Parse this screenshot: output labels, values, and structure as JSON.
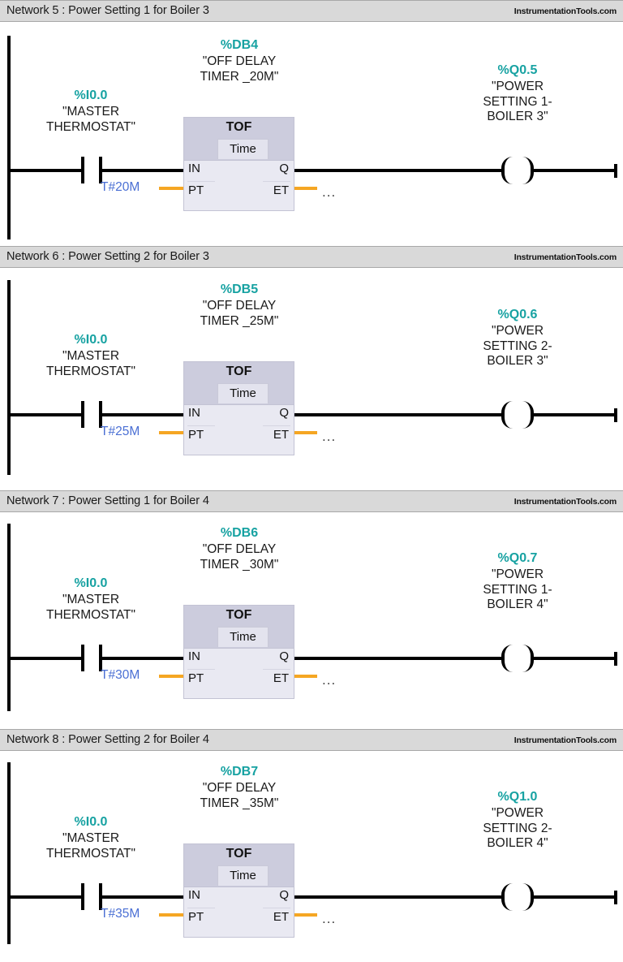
{
  "page": {
    "brand": "InstrumentationTools.com",
    "colors": {
      "accent_teal": "#17a2a2",
      "wire_black": "#000000",
      "signal_orange": "#f5a623",
      "value_blue": "#4a6fd4",
      "header_gray": "#d9d9d9",
      "block_body": "#e9e9f2",
      "block_head": "#ccccdd"
    }
  },
  "networks": [
    {
      "header": "Network 5 : Power Setting 1 for Boiler 3",
      "brand": "InstrumentationTools.com",
      "contact": {
        "address": "%I0.0",
        "symbol_line1": "\"MASTER",
        "symbol_line2": "THERMOSTAT\"",
        "type": "normally-open"
      },
      "timer": {
        "db": "%DB4",
        "symbol_line1": "\"OFF DELAY",
        "symbol_line2": "TIMER _20M\"",
        "type": "TOF",
        "datatype": "Time",
        "pin_in": "IN",
        "pin_pt": "PT",
        "pin_q": "Q",
        "pin_et": "ET",
        "preset": "T#20M",
        "et_value": "..."
      },
      "coil": {
        "address": "%Q0.5",
        "symbol_line1": "\"POWER",
        "symbol_line2": "SETTING 1-",
        "symbol_line3": "BOILER 3\"",
        "type": "output-coil"
      }
    },
    {
      "header": "Network 6 : Power Setting 2 for Boiler 3",
      "brand": "InstrumentationTools.com",
      "contact": {
        "address": "%I0.0",
        "symbol_line1": "\"MASTER",
        "symbol_line2": "THERMOSTAT\"",
        "type": "normally-open"
      },
      "timer": {
        "db": "%DB5",
        "symbol_line1": "\"OFF DELAY",
        "symbol_line2": "TIMER _25M\"",
        "type": "TOF",
        "datatype": "Time",
        "pin_in": "IN",
        "pin_pt": "PT",
        "pin_q": "Q",
        "pin_et": "ET",
        "preset": "T#25M",
        "et_value": "..."
      },
      "coil": {
        "address": "%Q0.6",
        "symbol_line1": "\"POWER",
        "symbol_line2": "SETTING 2-",
        "symbol_line3": "BOILER 3\"",
        "type": "output-coil"
      }
    },
    {
      "header": "Network 7 : Power Setting 1 for Boiler 4",
      "brand": "InstrumentationTools.com",
      "contact": {
        "address": "%I0.0",
        "symbol_line1": "\"MASTER",
        "symbol_line2": "THERMOSTAT\"",
        "type": "normally-open"
      },
      "timer": {
        "db": "%DB6",
        "symbol_line1": "\"OFF DELAY",
        "symbol_line2": "TIMER _30M\"",
        "type": "TOF",
        "datatype": "Time",
        "pin_in": "IN",
        "pin_pt": "PT",
        "pin_q": "Q",
        "pin_et": "ET",
        "preset": "T#30M",
        "et_value": "..."
      },
      "coil": {
        "address": "%Q0.7",
        "symbol_line1": "\"POWER",
        "symbol_line2": "SETTING 1-",
        "symbol_line3": "BOILER 4\"",
        "type": "output-coil"
      }
    },
    {
      "header": "Network 8 : Power Setting 2 for Boiler 4",
      "brand": "InstrumentationTools.com",
      "contact": {
        "address": "%I0.0",
        "symbol_line1": "\"MASTER",
        "symbol_line2": "THERMOSTAT\"",
        "type": "normally-open"
      },
      "timer": {
        "db": "%DB7",
        "symbol_line1": "\"OFF DELAY",
        "symbol_line2": "TIMER _35M\"",
        "type": "TOF",
        "datatype": "Time",
        "pin_in": "IN",
        "pin_pt": "PT",
        "pin_q": "Q",
        "pin_et": "ET",
        "preset": "T#35M",
        "et_value": "..."
      },
      "coil": {
        "address": "%Q1.0",
        "symbol_line1": "\"POWER",
        "symbol_line2": "SETTING 2-",
        "symbol_line3": "BOILER 4\"",
        "type": "output-coil"
      }
    }
  ]
}
